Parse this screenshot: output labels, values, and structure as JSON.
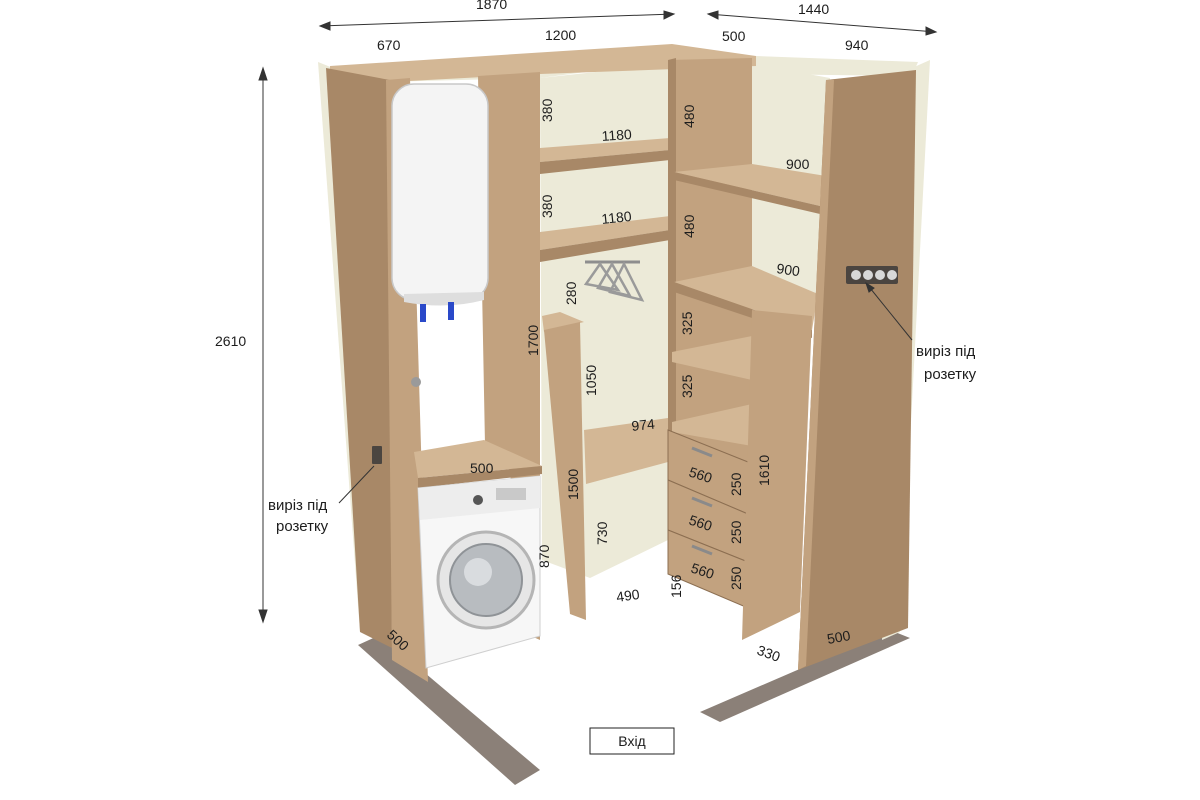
{
  "colors": {
    "wood": "#c2a27f",
    "wood_dark": "#a88867",
    "wood_light": "#d3b795",
    "wall": "#ecead8",
    "floor": "#8b8078",
    "boiler": "#f4f4f4",
    "pipe": "#2a49c9",
    "outlet": "#4b4540"
  },
  "icons": {
    "water_heater": "water-heater-icon",
    "washing_machine": "washing-machine-icon",
    "hanger": "hanger-icon",
    "outlet": "outlet-icon"
  },
  "overall_dims": {
    "top_left": "1870",
    "top_right": "1440",
    "height": "2610"
  },
  "section_widths": {
    "w670": "670",
    "w1200": "1200",
    "w500": "500",
    "w940": "940"
  },
  "middle_section": {
    "h380_top": "380",
    "shelf_1180_a": "1180",
    "h380_second": "380",
    "shelf_1180_b": "1180",
    "h280": "280",
    "h1700": "1700",
    "h1050": "1050",
    "shelf_974": "974",
    "h1500": "1500",
    "h730": "730",
    "floor_490": "490"
  },
  "left_section": {
    "washer_shelf_500": "500",
    "h870": "870",
    "depth_500": "500"
  },
  "right_section": {
    "h480_a": "480",
    "shelf_900_a": "900",
    "h480_b": "480",
    "shelf_900_b": "900",
    "h325_a": "325",
    "h325_b": "325",
    "drawer_560_a": "560",
    "drawer_250_a": "250",
    "drawer_560_b": "560",
    "drawer_250_b": "250",
    "drawer_560_c": "560",
    "drawer_250_c": "250",
    "plinth_156": "156",
    "h1610": "1610",
    "depth_330": "330",
    "depth_500": "500"
  },
  "notes": {
    "left_line1": "виріз під",
    "left_line2": "розетку",
    "right_line1": "виріз під",
    "right_line2": "розетку"
  },
  "entry_label": "Вхід"
}
